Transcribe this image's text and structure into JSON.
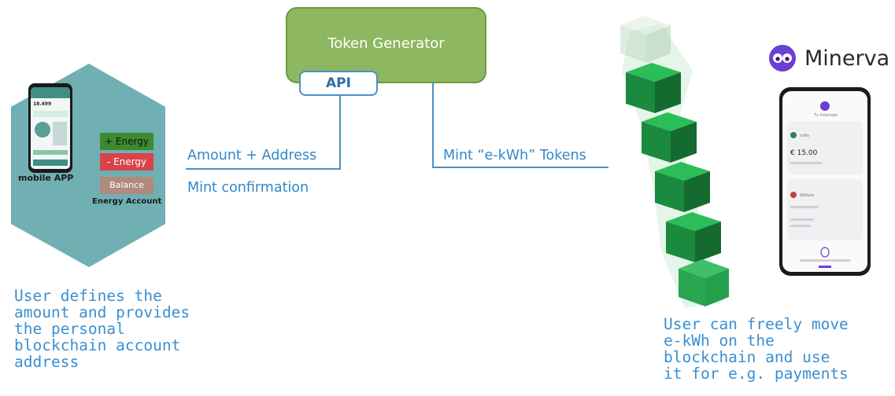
{
  "token_generator": {
    "title": "Token Generator",
    "api_label": "API"
  },
  "flows": {
    "amount_address": "Amount + Address",
    "mint_confirmation": "Mint confirmation",
    "mint_tokens": "Mint “e-kWh” Tokens"
  },
  "mobile_app": {
    "label": "mobile APP",
    "phone_balance": "18.499",
    "energy_plus": "+ Energy",
    "energy_minus": "- Energy",
    "balance": "Balance",
    "account_label": "Energy Account"
  },
  "captions": {
    "left": "User defines the\namount and provides\nthe personal\nblockchain account\naddress",
    "right": "User can freely move\ne-kWh on the\nblockchain and use\nit for e.g. payments"
  },
  "minerva": {
    "brand": "Minerva",
    "amount": "€ 15.00",
    "screen_title": "Tx Intercept",
    "contact_1": "sofia",
    "contact_2": "William"
  },
  "colors": {
    "teal_hexagon": "#68abae",
    "generator_green": "#8db760",
    "line_blue": "#4a90c8",
    "caption_blue": "#3b8fd0",
    "block_green": "#1f9c46",
    "block_dark": "#156b2f",
    "minerva_purple": "#6b3fd4"
  }
}
